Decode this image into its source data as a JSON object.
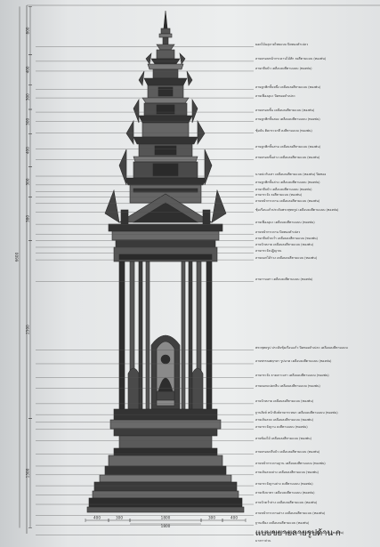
{
  "sheet": {
    "title": "แบบขยายลายรูปด้าน ก",
    "subtitle": "มาตราส่วน"
  },
  "dimensions": {
    "vertical": [
      {
        "label": "800",
        "y0": 0.012,
        "y1": 0.1
      },
      {
        "label": "400",
        "y0": 0.1,
        "y1": 0.155
      },
      {
        "label": "300",
        "y0": 0.155,
        "y1": 0.2
      },
      {
        "label": "300",
        "y0": 0.2,
        "y1": 0.245
      },
      {
        "label": "400",
        "y0": 0.245,
        "y1": 0.305
      },
      {
        "label": "300",
        "y0": 0.305,
        "y1": 0.36
      },
      {
        "label": "380",
        "y0": 0.36,
        "y1": 0.44
      },
      {
        "label": "2500",
        "y0": 0.44,
        "y1": 0.765
      },
      {
        "label": "1500",
        "y0": 0.765,
        "y1": 0.965
      }
    ],
    "total_height": "6600",
    "horizontal": [
      {
        "label": "400"
      },
      {
        "label": "300"
      },
      {
        "label": "1800"
      },
      {
        "label": "300"
      },
      {
        "label": "400"
      }
    ],
    "base_width": "1800"
  },
  "annotations": [
    {
      "text": "ยอดไม้ฉลุลายไทยแบบ ปิดทองคำเปลว",
      "y": 0.085
    },
    {
      "text": "ลายครอบหน้ากระดานไม้สัก ลงสีตามแบบ (ทองพ่น)",
      "y": 0.112
    },
    {
      "text": "ลายกลีบบัว เคลือบลงสีตามแบบ (ทองพ่น)",
      "y": 0.13
    },
    {
      "text": "ลายลูกฟักชั้นหนึ่ง เคลือบลงสีตามแบบ (ทองพ่น)",
      "y": 0.163
    },
    {
      "text": "ลายเฟื่องอุบะ ปิดทองคำเปลว",
      "y": 0.179
    },
    {
      "text": "ลายครอบชั้น เคลือบลงสีตามแบบ (ทองพ่น)",
      "y": 0.205
    },
    {
      "text": "ลายลูกฟักชั้นสอง เคลือบลงสีตามแบบ (ทองพ่น)",
      "y": 0.222
    },
    {
      "text": "ซุ้มบัน ติดกระจกสี ลงสีตามแบบ (ทองพ่น)",
      "y": 0.243
    },
    {
      "text": "ลายลูกฟักชั้นสาม เคลือบลงสีตามแบบ (ทองพ่น)",
      "y": 0.272
    },
    {
      "text": "ลายครอบชั้นล่าง เคลือบลงสีตามแบบ (ทองพ่น)",
      "y": 0.292
    },
    {
      "text": "นาคปะกับเสา เคลือบลงสีตามแบบ (ทองพ่น) ปิดทอง",
      "y": 0.322
    },
    {
      "text": "ลายลูกฟักชั้นล่าง เคลือบลงสีตามแบบ (ทองพ่น)",
      "y": 0.338
    },
    {
      "text": "ลายกลีบบัว เคลือบลงสีตามแบบ (ทองพ่น)",
      "y": 0.35
    },
    {
      "text": "ลายกระจัง ลงสีตามแบบ (ทองพ่น)",
      "y": 0.36
    },
    {
      "text": "ลายหน้ากระดาน เคลือบลงสีตามแบบ (ทองพ่น)",
      "y": 0.372
    },
    {
      "text": "ซุ้มเรือนแก้วประดับพระพุทธรูป เคลือบลงสีตามแบบ (ทองพ่น)",
      "y": 0.388
    },
    {
      "text": "ลายเฟื่องอุบะ เคลือบลงสีตามแบบ (ทองพ่น)",
      "y": 0.41
    },
    {
      "text": "ลายหน้ากระดาน ปิดทองคำเปลว",
      "y": 0.428
    },
    {
      "text": "ลายกลีบบัวคว่ำ เคลือบลงสีตามแบบ (ทองพ่น)",
      "y": 0.44
    },
    {
      "text": "ลายบัวหงาย เคลือบลงสีตามแบบ (ทองพ่น)",
      "y": 0.452
    },
    {
      "text": "ลายกระจังปฏิญาณ",
      "y": 0.463
    },
    {
      "text": "ลายดอกไม้ร่วง เคลือบลงสีตามแบบ (ทองพ่น)",
      "y": 0.475
    },
    {
      "text": "ลายกาบเสา เคลือบลงสีตามแบบ (ทองพ่น)",
      "y": 0.515
    },
    {
      "text": "พระพุทธรูป ประดับซุ้มเรือนแก้ว ปิดทองคำเปลว เคลือบลงสีตามแบบ",
      "y": 0.64
    },
    {
      "text": "ลายพรรณพฤกษา รูปนาค เคลือบลงสีตามแบบ (ทองพ่น)",
      "y": 0.665
    },
    {
      "text": "ลายกระจัง ลายเกาะเสา เคลือบลงสีตามแบบ (ทองพ่น)",
      "y": 0.69
    },
    {
      "text": "ลายดอกแปดกลีบ เคลือบลงสีตามแบบ (ทองพ่น)",
      "y": 0.71
    },
    {
      "text": "ลายบัวหงาย เคลือบลงสีตามแบบ (ทองพ่น)",
      "y": 0.738
    },
    {
      "text": "ฐานสิงห์ หน้าสิงห์ลายกระหนก เคลือบลงสีตามแบบ (ทองพ่น)",
      "y": 0.758
    },
    {
      "text": "ลายเส้นลวด เคลือบลงสีตามแบบ (ทองพ่น)",
      "y": 0.772
    },
    {
      "text": "ลายกระจังฐาน ลงสีตามแบบ (ทองพ่น)",
      "y": 0.785
    },
    {
      "text": "ลายท้องไม้ เคลือบลงสีตามแบบ (ทองพ่น)",
      "y": 0.806
    },
    {
      "text": "ลายครอบกลีบบัว เคลือบลงสีตามแบบ (ทองพ่น)",
      "y": 0.83
    },
    {
      "text": "ลายหน้ากระดานฐาน เคลือบลงสีตามแบบ (ทองพ่น)",
      "y": 0.852
    },
    {
      "text": "ลายเส้นลวดล่าง เคลือบลงสีตามแบบ (ทองพ่น)",
      "y": 0.868
    },
    {
      "text": "ลายกระจังฐานล่าง ลงสีตามแบบ (ทองพ่น)",
      "y": 0.888
    },
    {
      "text": "ลายเชิงบาตร เคลือบลงสีตามแบบ (ทองพ่น)",
      "y": 0.905
    },
    {
      "text": "ลายบัวคว่ำล่าง เคลือบลงสีตามแบบ (ทองพ่น)",
      "y": 0.922
    },
    {
      "text": "ลายหน้ากระดานล่าง เคลือบลงสีตามแบบ (ทองพ่น)",
      "y": 0.942
    },
    {
      "text": "ฐานเขียง เคลือบลงสีตามแบบ (ทองพ่น)",
      "y": 0.96
    },
    {
      "text": "ฐานล่างสุด ลวดบัว ปิดทองคำเปลว เคลือบลงสีตามแบบ (ทองพ่น)",
      "y": 0.978
    }
  ],
  "colors": {
    "ink": "#2b2b2b",
    "paper": "#e9ebec",
    "leader": "#555555"
  }
}
